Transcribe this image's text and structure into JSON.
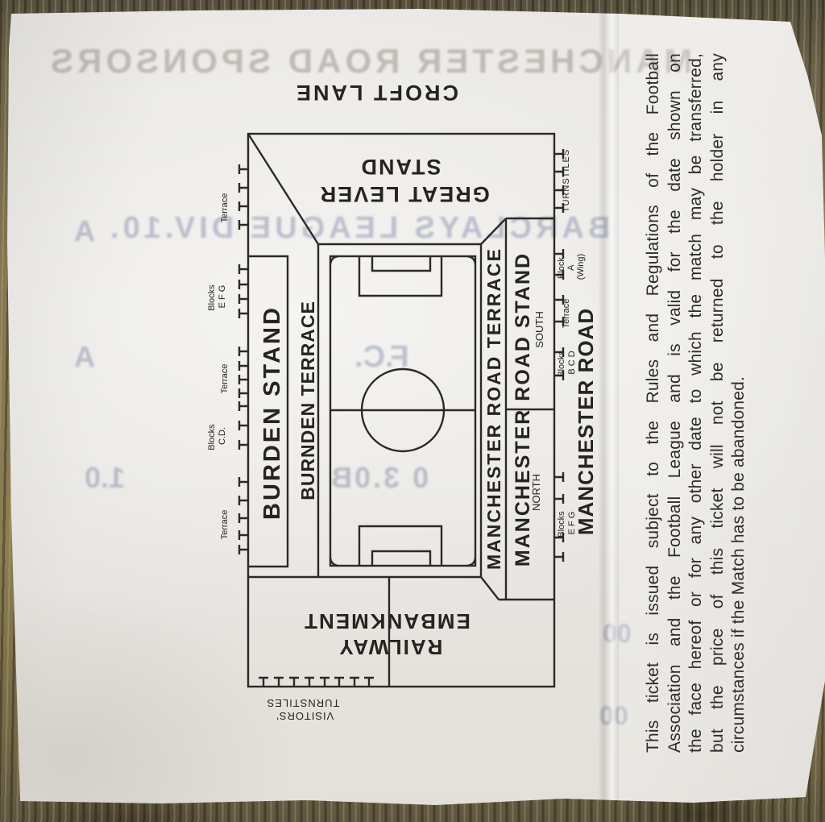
{
  "plan": {
    "croft_lane": "CROFT LANE",
    "great_lever": [
      "GREAT LEVER",
      "STAND"
    ],
    "burden_stand": "BURDEN STAND",
    "burnden_terrace": "BURNDEN TERRACE",
    "manchester_road_terrace": "MANCHESTER ROAD TERRACE",
    "manchester_road_stand": "MANCHESTER ROAD STAND",
    "manchester_road": "MANCHESTER ROAD",
    "railway_embankment": [
      "RAILWAY",
      "EMBANKMENT"
    ],
    "visitors_turnstiles": [
      "VISITORS'",
      "TURNSTILES"
    ],
    "turnstiles": "TURNSTILES",
    "south": "SOUTH",
    "north": "NORTH",
    "west_labels": [
      [
        "Terrace"
      ],
      [
        "Blocks",
        "E F G"
      ],
      [
        "Terrace"
      ],
      [
        "Blocks",
        "C.D."
      ],
      [
        "Terrace"
      ]
    ],
    "east_labels": [
      [
        "Block",
        "A",
        "(Wing)"
      ],
      [
        "Terrace"
      ],
      [
        "Blocks",
        "B C D"
      ],
      [
        "Blocks",
        "E F G"
      ]
    ]
  },
  "terms": {
    "lines": [
      "This ticket is issued subject to the Rules and Regulations of the Football",
      "Association and the Football League and is valid for the date shown on",
      "the face hereof or for any other date to which the match may be transferred,",
      "but the price of this ticket will not be returned to the holder in any",
      "circumstances if the Match has to be abandoned."
    ]
  },
  "ghosts": {
    "sponsors": "MANCHESTER ROAD SPONSORS",
    "league": "BARCLAYS LEAGUE DIV.10.",
    "a_marks": [
      "A",
      "A"
    ],
    "fc": "F.C.",
    "price": "1.0",
    "row": "0 3.0B",
    "zeros": [
      "00",
      "00"
    ]
  },
  "colors": {
    "paper": "#e8e6e2",
    "ink": "#2c2a25",
    "wood": "#7a6d49",
    "ghost_blue": "#5f6996"
  }
}
